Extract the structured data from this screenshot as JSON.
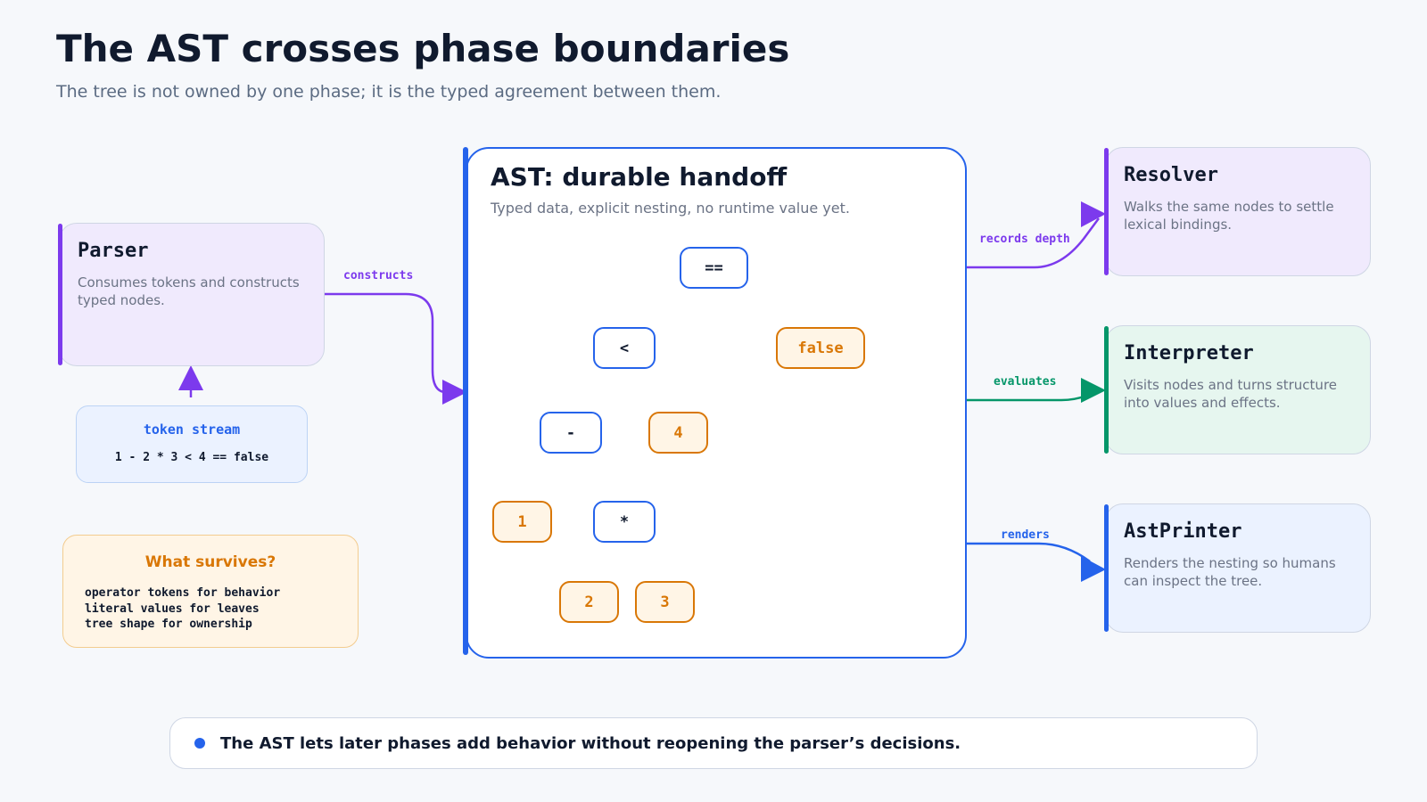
{
  "title": "The AST crosses phase boundaries",
  "subtitle": "The tree is not owned by one phase; it is the typed agreement between them.",
  "colors": {
    "purple": "#7c3aed",
    "green": "#059669",
    "blue": "#2563eb",
    "orange": "#d97706"
  },
  "parser": {
    "title": "Parser",
    "desc": "Consumes tokens and constructs typed nodes."
  },
  "token_stream": {
    "title": "token stream",
    "expr": "1 - 2 * 3 < 4 == false"
  },
  "survives": {
    "title": "What survives?",
    "items": [
      "operator tokens for behavior",
      "literal values for leaves",
      "tree shape for ownership"
    ]
  },
  "ast": {
    "title": "AST: durable handoff",
    "desc": "Typed data, explicit nesting, no runtime value yet.",
    "nodes": {
      "eq": "==",
      "lt": "<",
      "false": "false",
      "minus": "-",
      "four": "4",
      "one": "1",
      "mul": "*",
      "two": "2",
      "three": "3"
    }
  },
  "edges": {
    "constructs": "constructs",
    "records_depth": "records depth",
    "evaluates": "evaluates",
    "renders": "renders"
  },
  "resolver": {
    "title": "Resolver",
    "desc": "Walks the same nodes to settle lexical bindings."
  },
  "interpreter": {
    "title": "Interpreter",
    "desc": "Visits nodes and turns structure into values and effects."
  },
  "astprinter": {
    "title": "AstPrinter",
    "desc": "Renders the nesting so humans can inspect the tree."
  },
  "footer": {
    "text": "The AST lets later phases add behavior without reopening the parser’s decisions."
  }
}
